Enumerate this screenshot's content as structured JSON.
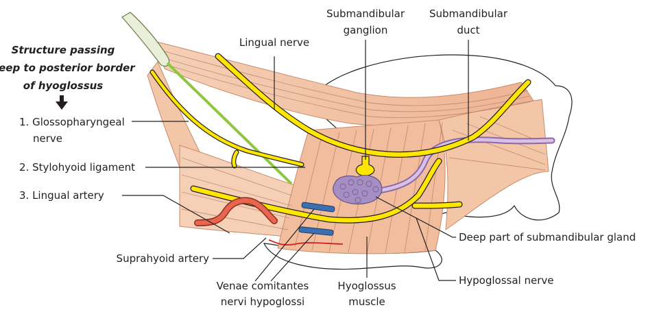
{
  "colors": {
    "muscle": "#f1c2a4",
    "muscle_dark": "#d9957a",
    "nerve": "#ffe600",
    "artery": "#e8654e",
    "vein": "#3a6fb0",
    "gland": "#a58fc2",
    "duct": "#b49ad0",
    "ligament": "#8dc63f"
  },
  "heading": {
    "line1": "Structure passing",
    "line2": "deep to posterior border",
    "line3": "of hyoglossus"
  },
  "list": {
    "item1_line1": "1. Glossopharyngeal",
    "item1_line2": "nerve",
    "item2": "2. Stylohyoid ligament",
    "item3": "3. Lingual artery"
  },
  "labels": {
    "lingual_nerve": "Lingual nerve",
    "submandibular_ganglion_1": "Submandibular",
    "submandibular_ganglion_2": "ganglion",
    "submandibular_duct_1": "Submandibular",
    "submandibular_duct_2": "duct",
    "deep_part_gland": "Deep part of submandibular gland",
    "hypoglossal_nerve": "Hypoglossal nerve",
    "hyoglossus_1": "Hyoglossus",
    "hyoglossus_2": "muscle",
    "venae_1": "Venae comitantes",
    "venae_2": "nervi hypoglossi",
    "suprahyoid_artery": "Suprahyoid artery"
  }
}
